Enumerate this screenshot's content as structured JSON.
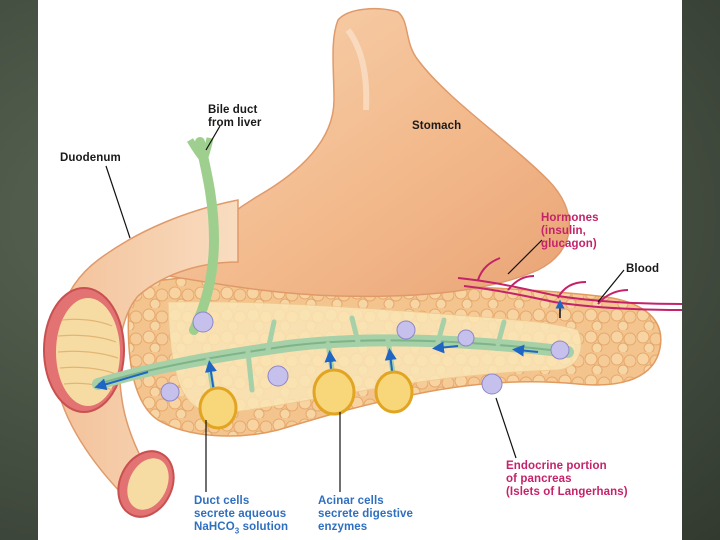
{
  "labels": {
    "bile_duct": "Bile duct\nfrom liver",
    "stomach": "Stomach",
    "duodenum": "Duodenum",
    "hormones": "Hormones\n(insulin,\nglucagon)",
    "blood": "Blood",
    "endocrine": "Endocrine portion\nof pancreas\n(Islets of Langerhans)",
    "duct_cells_1": "Duct cells\nsecrete aqueous",
    "duct_cells_2": "NaHCO",
    "duct_cells_sub": "3",
    "duct_cells_3": " solution",
    "acinar_cells": "Acinar cells\nsecrete digestive\nenzymes"
  },
  "colors": {
    "tissue": "#f2b98c",
    "pancreas": "#f4c78f",
    "duct": "#a6d0a8",
    "arrow": "#1f66c4",
    "blood": "#c4236a",
    "islet": "#8f86c8",
    "acini": "#e2a523"
  }
}
